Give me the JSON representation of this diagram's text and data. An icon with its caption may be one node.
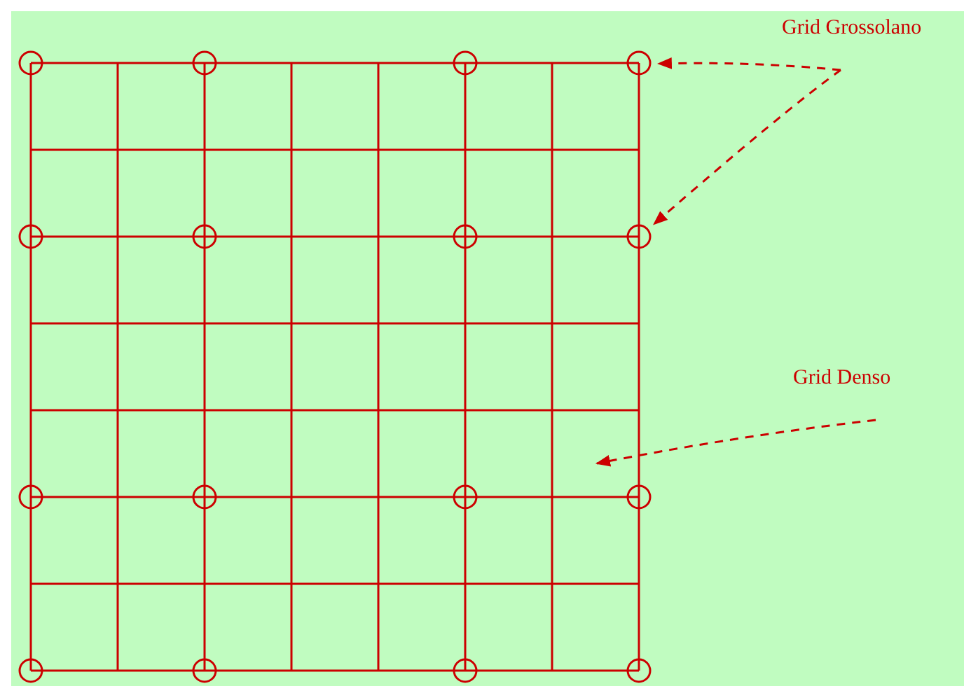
{
  "diagram": {
    "nodes": [
      {
        "text": [
          "Grid Grossolano"
        ]
      },
      {
        "text": [],
        "shape": "circle"
      },
      {
        "text": [],
        "shape": "circle"
      },
      {
        "text": [],
        "shape": "circle"
      },
      {
        "text": [],
        "shape": "circle"
      },
      {
        "text": [],
        "shape": "circle"
      },
      {
        "text": [],
        "shape": "circle"
      },
      {
        "text": [],
        "shape": "circle"
      },
      {
        "text": [],
        "shape": "circle"
      },
      {
        "text": [],
        "shape": "circle"
      },
      {
        "text": [],
        "shape": "circle"
      },
      {
        "text": [],
        "shape": "circle"
      },
      {
        "text": [],
        "shape": "circle"
      },
      {
        "text": [],
        "shape": "circle"
      },
      {
        "text": [],
        "shape": "circle"
      },
      {
        "text": [],
        "shape": "circle"
      },
      {
        "text": [],
        "shape": "circle"
      },
      {
        "text": [
          "Grid Denso"
        ]
      }
    ],
    "edges": [
      {
        "from": 0,
        "to": 4,
        "arrow": "to",
        "style": "dashed"
      },
      {
        "from": 0,
        "to": 8,
        "arrow": "to",
        "style": "dashed"
      },
      {
        "from": 17,
        "to": null,
        "arrow": "to",
        "style": "dashed"
      }
    ]
  }
}
